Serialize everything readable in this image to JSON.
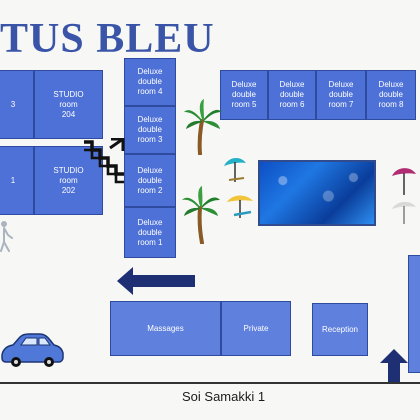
{
  "title": "TUS BLEU",
  "rooms": {
    "studio_top_left": "",
    "studio_top_left_sub": "",
    "studio_top_left_num": "3",
    "studio_204_line1": "STUDIO",
    "studio_204_line2": "room",
    "studio_204_line3": "204",
    "studio_bottom_left_num": "1",
    "studio_202_line1": "STUDIO",
    "studio_202_line2": "room",
    "studio_202_line3": "202",
    "deluxe": [
      {
        "line1": "Deluxe",
        "line2": "double",
        "line3": "room 4"
      },
      {
        "line1": "Deluxe",
        "line2": "double",
        "line3": "room 3"
      },
      {
        "line1": "Deluxe",
        "line2": "double",
        "line3": "room 2"
      },
      {
        "line1": "Deluxe",
        "line2": "double",
        "line3": "room 1"
      },
      {
        "line1": "Deluxe",
        "line2": "double",
        "line3": "room 5"
      },
      {
        "line1": "Deluxe",
        "line2": "double",
        "line3": "room 6"
      },
      {
        "line1": "Deluxe",
        "line2": "double",
        "line3": "room 7"
      },
      {
        "line1": "Deluxe",
        "line2": "double",
        "line3": "room 8"
      }
    ]
  },
  "facilities": {
    "massages": "Massages",
    "private": "Private",
    "reception": "Reception"
  },
  "street": "Soi Samakki 1",
  "icons": {
    "palm_tree": "palm-tree-icon",
    "umbrella": "beach-umbrella-icon",
    "stairs": "stairs-icon",
    "arrow_left": "arrow-left-icon",
    "arrow_up": "arrow-up-icon",
    "car": "car-icon",
    "pool": "swimming-pool"
  },
  "colors": {
    "room_blue": "#4e71d7",
    "facility_blue": "#5f80dd",
    "title_blue": "#3a55a8",
    "arrow_navy": "#1f2f73",
    "umbrella_teal": "#24b0c6",
    "umbrella_magenta": "#b12c73",
    "palm_green": "#2b8f35",
    "palm_trunk": "#8a5a26"
  }
}
